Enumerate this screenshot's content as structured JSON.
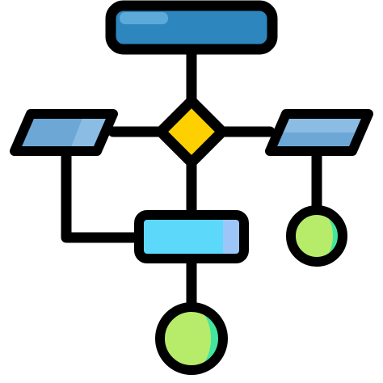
{
  "icon": {
    "name": "flowchart-icon",
    "colors": {
      "outline": "#000000",
      "terminal_fill": "#2E86BE",
      "terminal_highlight": "#5BAADA",
      "decision_fill": "#FFD000",
      "decision_highlight": "#FFE95A",
      "io_fill": "#6CA7D6",
      "io_highlight": "#93C2E6",
      "process_fill": "#5CD8FB",
      "process_shade": "#9DC6F8",
      "end_fill": "#B7EC6A",
      "end_shade": "#36E6A6"
    },
    "nodes": [
      {
        "id": "start",
        "type": "terminal"
      },
      {
        "id": "decision",
        "type": "decision"
      },
      {
        "id": "input-left",
        "type": "data"
      },
      {
        "id": "output-right",
        "type": "data"
      },
      {
        "id": "process",
        "type": "process"
      },
      {
        "id": "end-right",
        "type": "connector"
      },
      {
        "id": "end-bottom",
        "type": "connector"
      }
    ],
    "edges": [
      {
        "from": "start",
        "to": "decision"
      },
      {
        "from": "decision",
        "to": "input-left"
      },
      {
        "from": "decision",
        "to": "output-right"
      },
      {
        "from": "decision",
        "to": "process"
      },
      {
        "from": "input-left",
        "to": "process"
      },
      {
        "from": "output-right",
        "to": "end-right"
      },
      {
        "from": "process",
        "to": "end-bottom"
      }
    ]
  }
}
